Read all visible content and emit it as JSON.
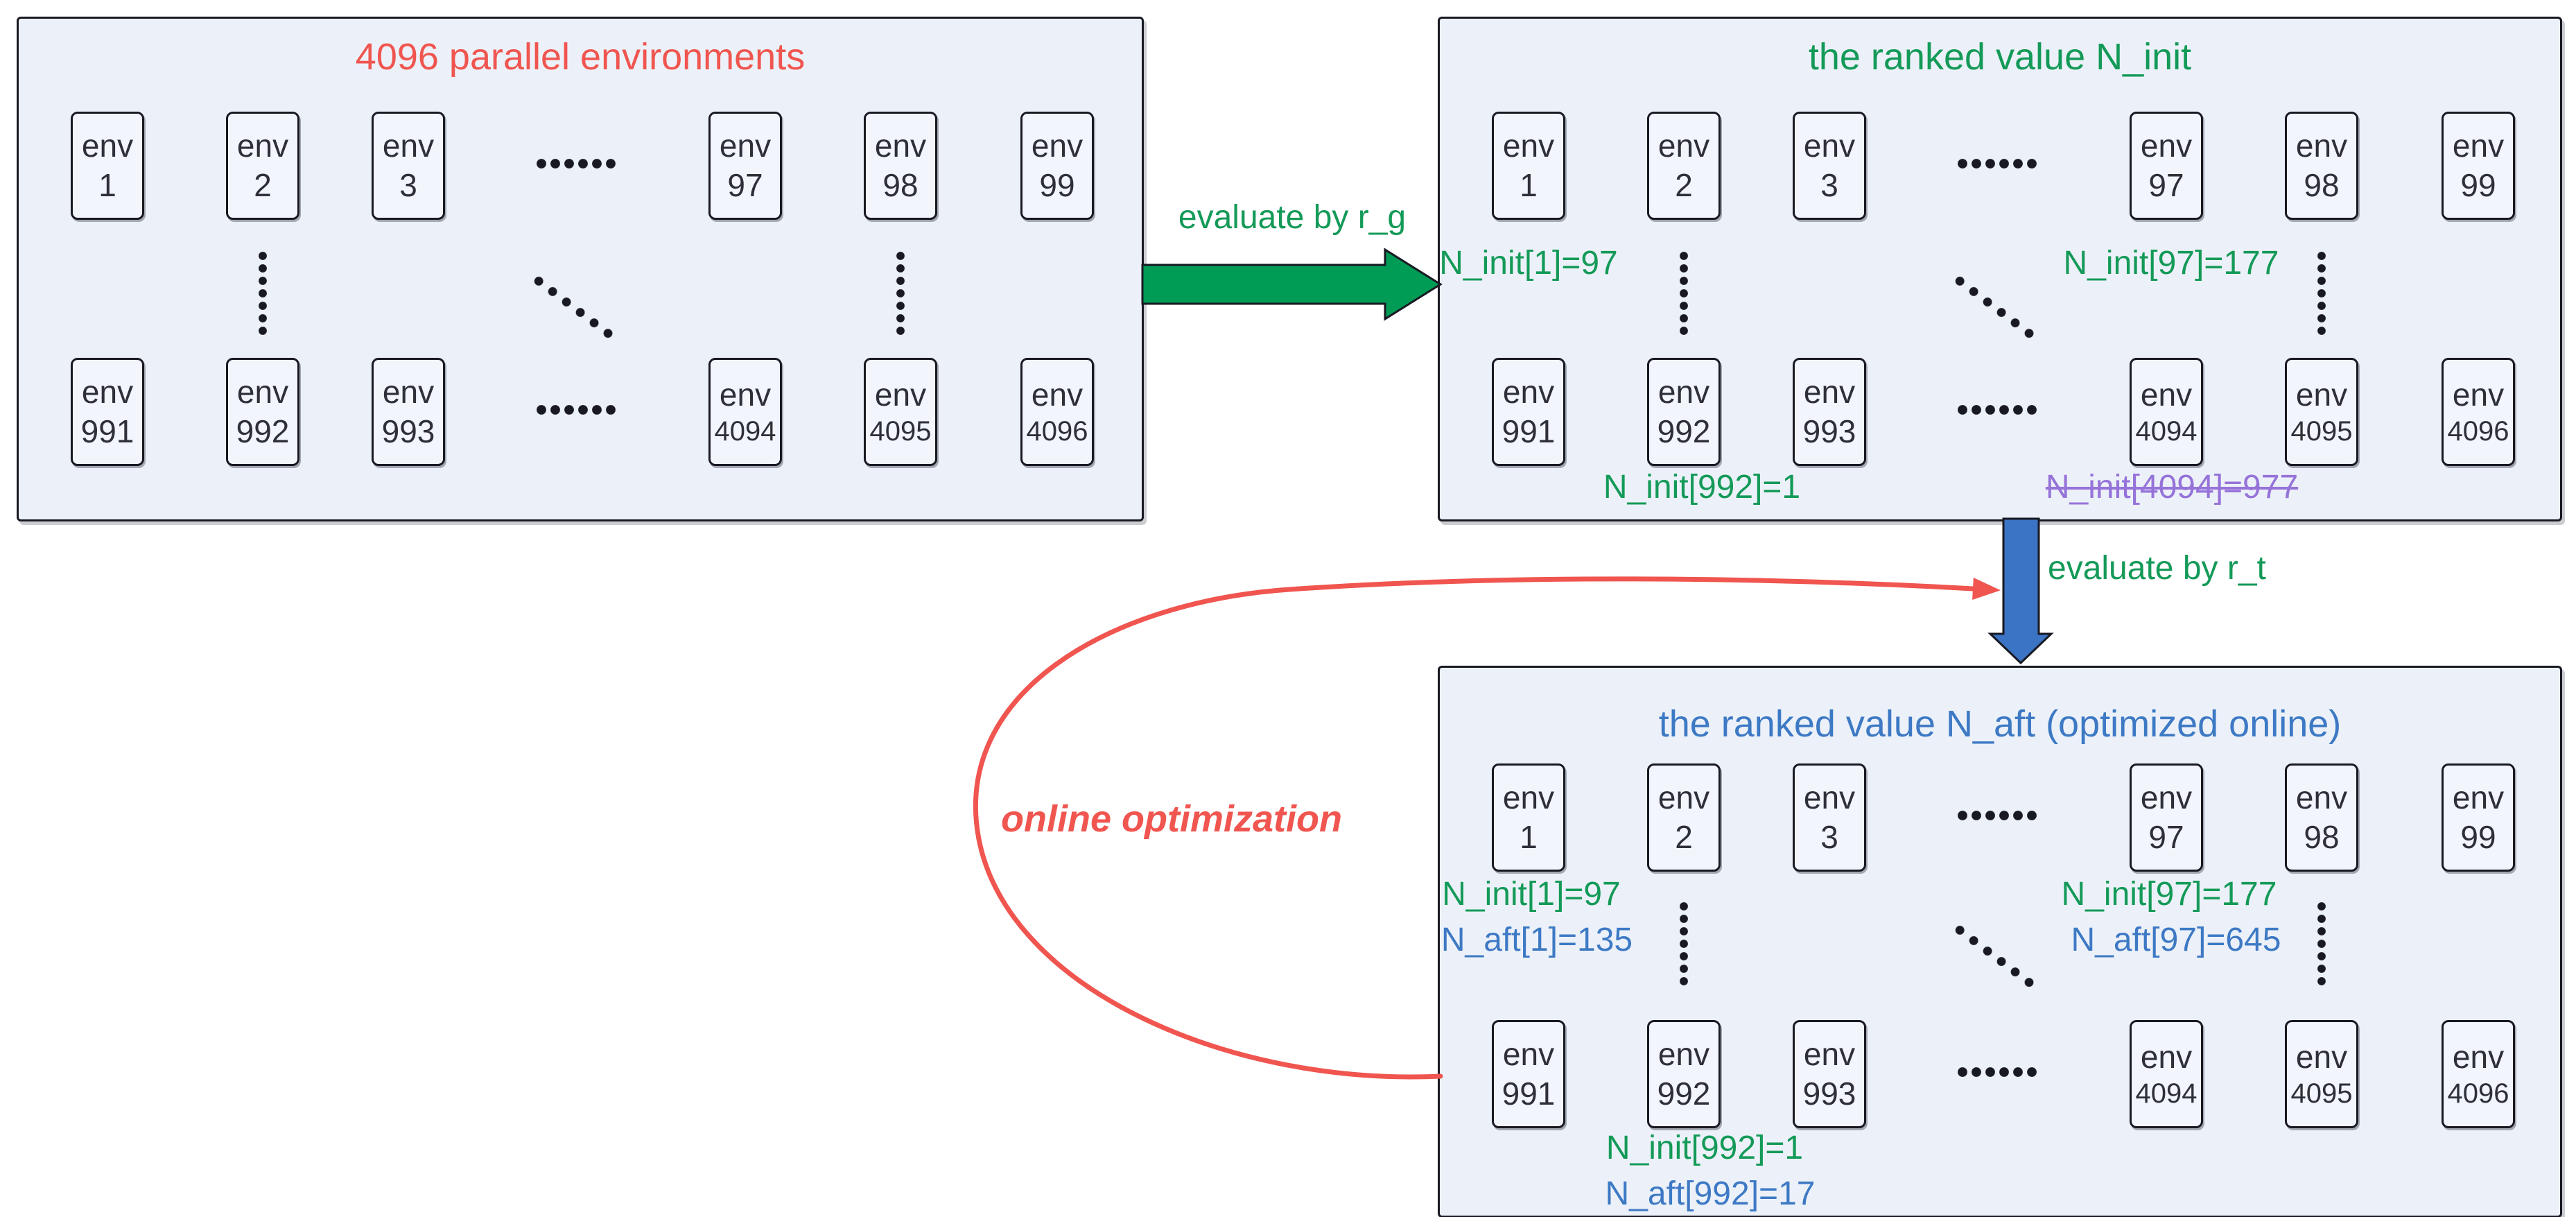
{
  "env_word": "env",
  "colors": {
    "red": "#f0554f",
    "green": "#149a58",
    "green_arrow": "#009b55",
    "blue": "#3d79c4",
    "blue_arrow": "#3b74c4",
    "purple": "#9673d9",
    "ink": "#2f2f3a",
    "ink_border": "#191923",
    "panel_bg": "#ecf1f9",
    "box_bg": "#f2f5fc"
  },
  "panels": {
    "pool": {
      "title": "4096 parallel environments",
      "row1": [
        "1",
        "2",
        "3",
        "97",
        "98",
        "99"
      ],
      "row2": [
        "991",
        "992",
        "993",
        "4094",
        "4095",
        "4096"
      ]
    },
    "ninit": {
      "title": "the ranked value N_init",
      "row1": [
        "1",
        "2",
        "3",
        "97",
        "98",
        "99"
      ],
      "row2": [
        "991",
        "992",
        "993",
        "4094",
        "4095",
        "4096"
      ],
      "labels": {
        "top_left": "N_init[1]=97",
        "top_right": "N_init[97]=177",
        "bottom_left": "N_init[992]=1",
        "bottom_right": "N_init[4094]=977"
      }
    },
    "naft": {
      "title": "the ranked value N_aft (optimized online)",
      "row1": [
        "1",
        "2",
        "3",
        "97",
        "98",
        "99"
      ],
      "row2": [
        "991",
        "992",
        "993",
        "4094",
        "4095",
        "4096"
      ],
      "labels": {
        "top_left_init": "N_init[1]=97",
        "top_left_aft": "N_aft[1]=135",
        "top_right_init": "N_init[97]=177",
        "top_right_aft": "N_aft[97]=645",
        "bottom_init": "N_init[992]=1",
        "bottom_aft": "N_aft[992]=17"
      }
    }
  },
  "arrows": {
    "rg_label": "evaluate by r_g",
    "rt_label": "evaluate by r_t",
    "loop_label": "online optimization"
  }
}
